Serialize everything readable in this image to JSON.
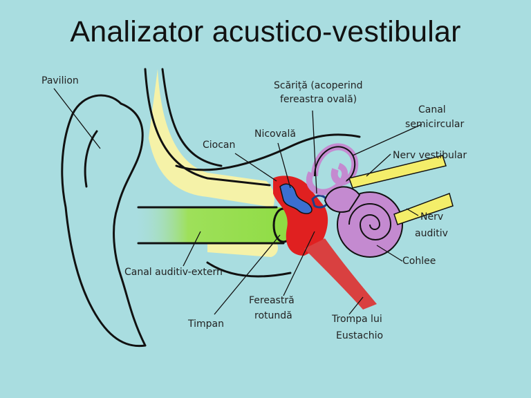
{
  "slide": {
    "title": "Analizator acustico-vestibular"
  },
  "labels": {
    "pavilion": "Pavilion",
    "ciocan": "Ciocan",
    "nicovala": "Nicovală",
    "scarita_1": "Scăriță (acoperind",
    "scarita_2": "fereastra ovală)",
    "canal_semicircular_1": "Canal",
    "canal_semicircular_2": "semicircular",
    "nerv_vestibular": "Nerv vestibular",
    "nerv_auditiv_1": "Nerv",
    "nerv_auditiv_2": "auditiv",
    "cohlee": "Cohlee",
    "canal_auditiv_extern": "Canal auditiv-extern",
    "fereastra_rotunda_1": "Fereastră",
    "fereastra_rotunda_2": "rotundă",
    "timpan": "Timpan",
    "trompa_1": "Trompa lui",
    "trompa_2": "Eustachio"
  },
  "colors": {
    "background": "#a9dde0",
    "cartilage": "#f5f2a8",
    "ear_canal": "#9ee05a",
    "middle_ear": "#e02020",
    "ossicles": "#3b6fd0",
    "inner_ear": "#c48ad0",
    "nerve": "#f4ee6a",
    "eustachian": "#d94040"
  }
}
